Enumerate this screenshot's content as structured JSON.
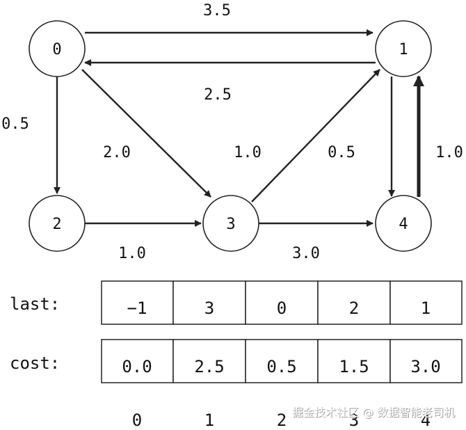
{
  "graph": {
    "nodes": [
      {
        "id": "0",
        "label": "0"
      },
      {
        "id": "1",
        "label": "1"
      },
      {
        "id": "2",
        "label": "2"
      },
      {
        "id": "3",
        "label": "3"
      },
      {
        "id": "4",
        "label": "4"
      }
    ],
    "edges": [
      {
        "from": "0",
        "to": "1",
        "weight": "3.5"
      },
      {
        "from": "1",
        "to": "0",
        "weight": "2.5"
      },
      {
        "from": "0",
        "to": "2",
        "weight": "0.5"
      },
      {
        "from": "0",
        "to": "3",
        "weight": "2.0"
      },
      {
        "from": "3",
        "to": "1",
        "weight": "1.0"
      },
      {
        "from": "1",
        "to": "4",
        "weight": "0.5"
      },
      {
        "from": "4",
        "to": "1",
        "weight": "1.0",
        "highlighted": true
      },
      {
        "from": "2",
        "to": "3",
        "weight": "1.0"
      },
      {
        "from": "3",
        "to": "4",
        "weight": "3.0"
      }
    ]
  },
  "table": {
    "rows": [
      {
        "label": "last:",
        "values": [
          "−1",
          "3",
          "0",
          "2",
          "1"
        ]
      },
      {
        "label": "cost:",
        "values": [
          "0.0",
          "2.5",
          "0.5",
          "1.5",
          "3.0"
        ]
      }
    ],
    "indices": [
      "0",
      "1",
      "2",
      "3",
      "4"
    ]
  },
  "watermark": "掘金技术社区 @ 数据智能老司机"
}
